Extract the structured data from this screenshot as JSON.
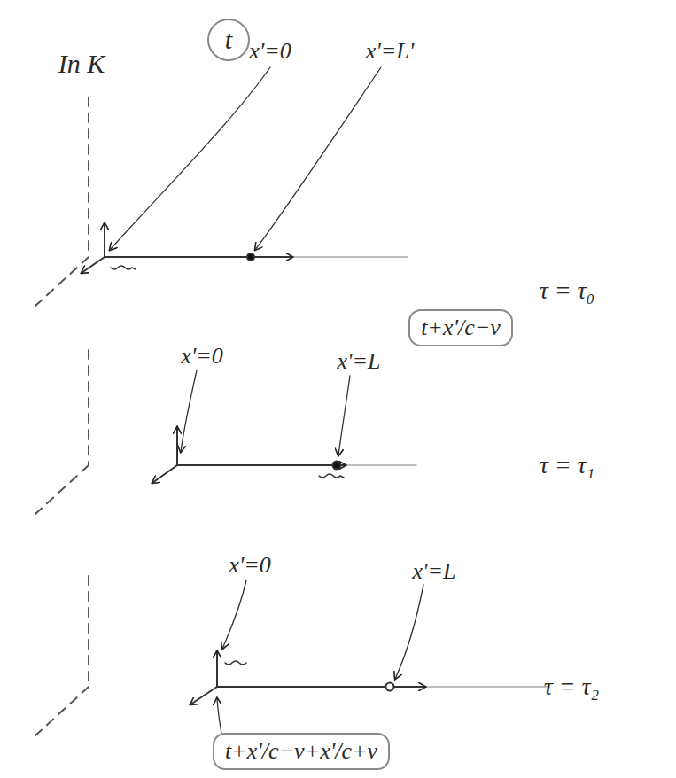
{
  "diagram": {
    "nodes": [
      {
        "text": [
          "t"
        ]
      },
      {
        "text": [
          "t+x'/c−v"
        ]
      },
      {
        "text": [
          "t+x'/c−v+x'/c+v"
        ]
      }
    ],
    "labels": [
      "In K",
      "x'=0",
      "x'=L'",
      "τ = τ₀",
      "x'=0",
      "x'=L",
      "τ = τ₁",
      "x'=0",
      "x'=L",
      "τ = τ₂"
    ]
  }
}
